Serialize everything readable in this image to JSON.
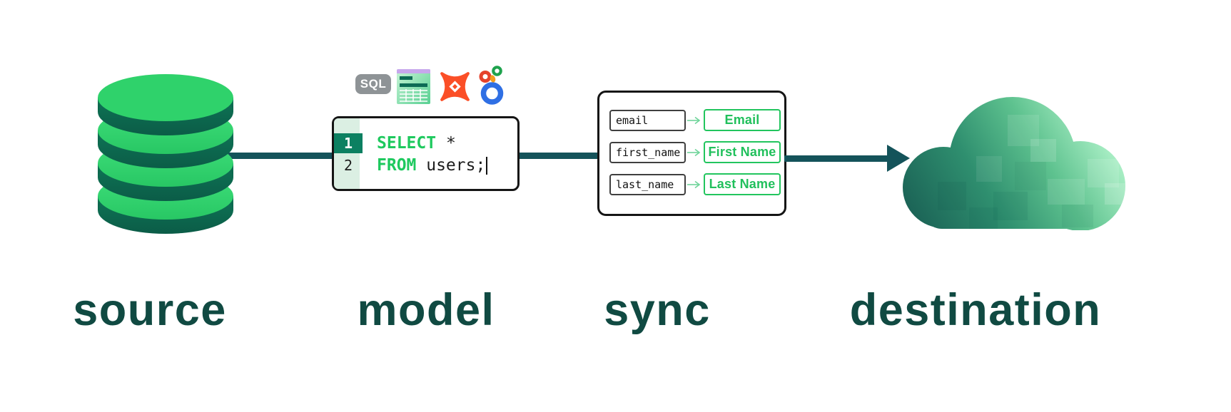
{
  "stages": {
    "source": "source",
    "model": "model",
    "sync": "sync",
    "destination": "destination"
  },
  "model": {
    "sql_badge": "SQL",
    "code": {
      "line1": {
        "num": "1",
        "keyword": "SELECT",
        "rest": " *"
      },
      "line2": {
        "num": "2",
        "keyword": "FROM",
        "rest": " users;"
      }
    }
  },
  "sync": {
    "mappings": [
      {
        "source": "email",
        "destination": "Email"
      },
      {
        "source": "first_name",
        "destination": "First Name"
      },
      {
        "source": "last_name",
        "destination": "Last Name"
      }
    ]
  },
  "colors": {
    "accent_green": "#22c55e",
    "bright_green": "#2dd069",
    "dark_teal": "#14535a",
    "label_teal": "#104a42",
    "code_keyword_green": "#1ec95e",
    "dbt_orange": "#fb4f27"
  }
}
